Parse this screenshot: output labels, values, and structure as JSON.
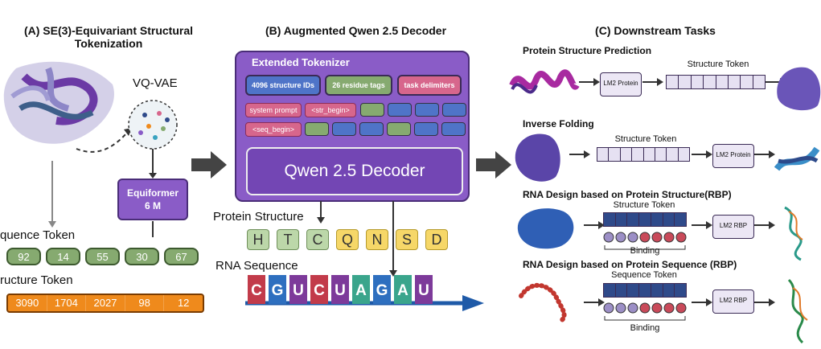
{
  "panel_a": {
    "title": "(A) SE(3)-Equivariant Structural Tokenization",
    "vqvae_label": "VQ-VAE",
    "equiformer_label": "Equiformer 6 M",
    "sequence_token_label": "quence Token",
    "sequence_tokens": [
      "92",
      "14",
      "55",
      "30",
      "67"
    ],
    "structure_token_label": "ructure Token",
    "structure_tokens": [
      "3090",
      "1704",
      "2027",
      "98",
      "12"
    ]
  },
  "panel_b": {
    "title": "(B) Augmented Qwen 2.5 Decoder",
    "tokenizer_title": "Extended Tokenizer",
    "tag_structure_ids": "4096 structure IDs",
    "tag_residue": "26 residue tags",
    "tag_task": "task delimiters",
    "system_prompt": "system prompt",
    "str_begin": "<str_begin>",
    "seq_begin": "<seq_begin>",
    "decoder_label": "Qwen 2.5 Decoder",
    "protein_structure_label": "Protein Structure",
    "protein_letters": [
      "H",
      "T",
      "C",
      "Q",
      "N",
      "S",
      "D"
    ],
    "rna_sequence_label": "RNA Sequence",
    "rna_letters": [
      "C",
      "G",
      "U",
      "C",
      "U",
      "A",
      "G",
      "A",
      "U"
    ]
  },
  "panel_c": {
    "title": "(C) Downstream Tasks",
    "task1_title": "Protein Structure Prediction",
    "task1_model": "LM2 Protein",
    "task1_token": "Structure Token",
    "task2_title": "Inverse Folding",
    "task2_token": "Structure Token",
    "task2_model": "LM2 Protein",
    "task3_title": "RNA Design based on Protein Structure(RBP)",
    "task3_token": "Structure Token",
    "task3_binding": "Binding",
    "task3_model": "LM2 RBP",
    "task4_title": "RNA Design based on Protein Sequence (RBP)",
    "task4_token": "Sequence Token",
    "task4_binding": "Binding",
    "task4_model": "LM2 RBP"
  },
  "colors": {
    "purple": "#8a5cc7",
    "green": "#86aa70",
    "orange": "#ef8a1c",
    "navy": "#2f4a8a",
    "pink": "#d7668c"
  }
}
